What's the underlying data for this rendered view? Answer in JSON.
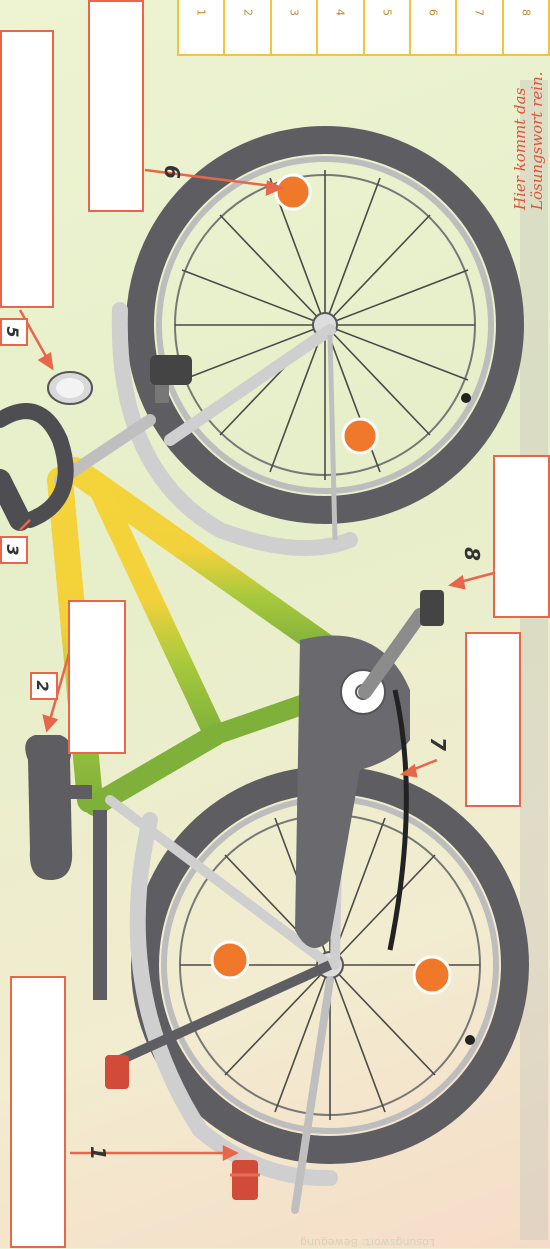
{
  "solution_grid": {
    "numbers": [
      "1",
      "2",
      "3",
      "4",
      "5",
      "6",
      "7",
      "8"
    ]
  },
  "hint": {
    "line1": "Hier kommt das",
    "line2": "Lösungswort rein."
  },
  "callouts": [
    "1",
    "2",
    "3",
    "5",
    "6",
    "7",
    "8"
  ],
  "watermark": "Lösungswort: Bewegung",
  "colors": {
    "accent": "#e8664a",
    "frame_yellow": "#f2d13b",
    "frame_green": "#7fb13a",
    "tire": "#5e5e62",
    "reflector": "#f0782a",
    "grid": "#f2c53b"
  },
  "parts": [
    "rear-wheel",
    "front-wheel",
    "frame",
    "saddle",
    "handlebar",
    "bell",
    "headlight",
    "chain-guard",
    "pedal",
    "chain",
    "rear-light",
    "kickstand"
  ]
}
